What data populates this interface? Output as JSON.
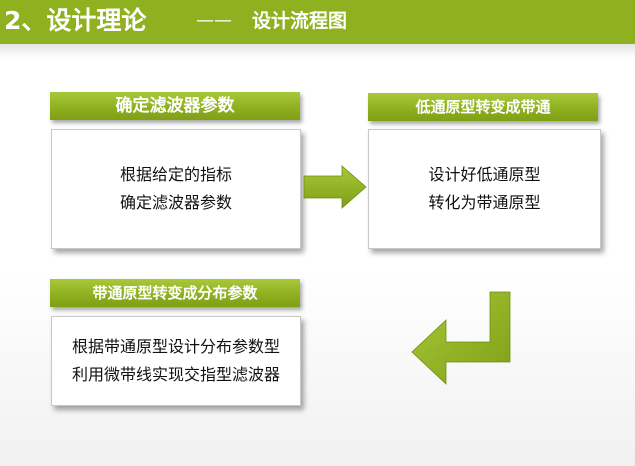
{
  "header": {
    "title": "2、设计理论",
    "dash": "——",
    "subtitle": "设计流程图"
  },
  "steps": [
    {
      "label": "确定滤波器参数",
      "lines": [
        "根据给定的指标",
        "确定滤波器参数"
      ]
    },
    {
      "label": "低通原型转变成带通",
      "lines": [
        "设计好低通原型",
        "转化为带通原型"
      ]
    },
    {
      "label": "带通原型转变成分布参数",
      "lines": [
        "根据带通原型设计分布参数型",
        "利用微带线实现交指型滤波器"
      ]
    }
  ],
  "arrows": [
    {
      "direction": "right"
    },
    {
      "direction": "down-left"
    }
  ],
  "colors": {
    "accent": "#8fb01f",
    "accent_light": "#a8c93a",
    "text": "#111111",
    "header_text": "#ffffff"
  }
}
